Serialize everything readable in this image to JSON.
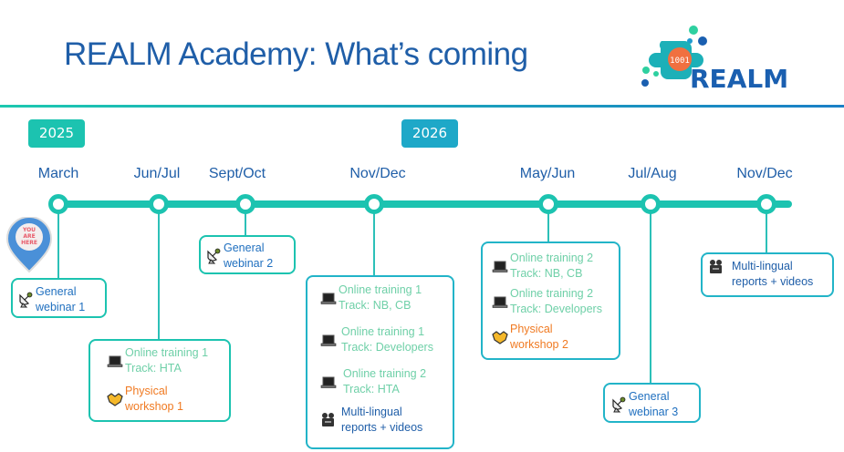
{
  "title": "REALM Academy: What’s coming",
  "logo_text": "REALM",
  "logo_digits": "1001",
  "you_are_here": "YOU ARE HERE",
  "years": [
    "2025",
    "2026"
  ],
  "months": [
    "March",
    "Jun/Jul",
    "Sept/Oct",
    "Nov/Dec",
    "May/Jun",
    "Jul/Aug",
    "Nov/Dec"
  ],
  "colors": {
    "teal": "#1cc3b0",
    "blue": "#1f5ea8",
    "orange": "#f07a22",
    "green": "#6fd0a8",
    "year2026": "#1ea8c8"
  },
  "events": {
    "gw1": [
      "General",
      "webinar 1"
    ],
    "gw2": [
      "General",
      "webinar 2"
    ],
    "ot1_hta": [
      "Online training 1",
      "Track: HTA"
    ],
    "pw1": [
      "Physical",
      "workshop 1"
    ],
    "ot1_nbcb": [
      "Online training 1",
      "Track: NB, CB"
    ],
    "ot1_dev": [
      "Online training 1",
      "Track: Developers"
    ],
    "ot2_hta": [
      "Online training 2",
      "Track: HTA"
    ],
    "rep1": [
      "Multi-lingual",
      "reports + videos"
    ],
    "ot2_nbcb": [
      "Online training 2",
      "Track: NB, CB"
    ],
    "ot2_dev": [
      "Online training 2",
      "Track: Developers"
    ],
    "pw2": [
      "Physical",
      "workshop 2"
    ],
    "gw3": [
      "General",
      "webinar 3"
    ],
    "rep2": [
      "Multi-lingual",
      "reports + videos"
    ]
  }
}
